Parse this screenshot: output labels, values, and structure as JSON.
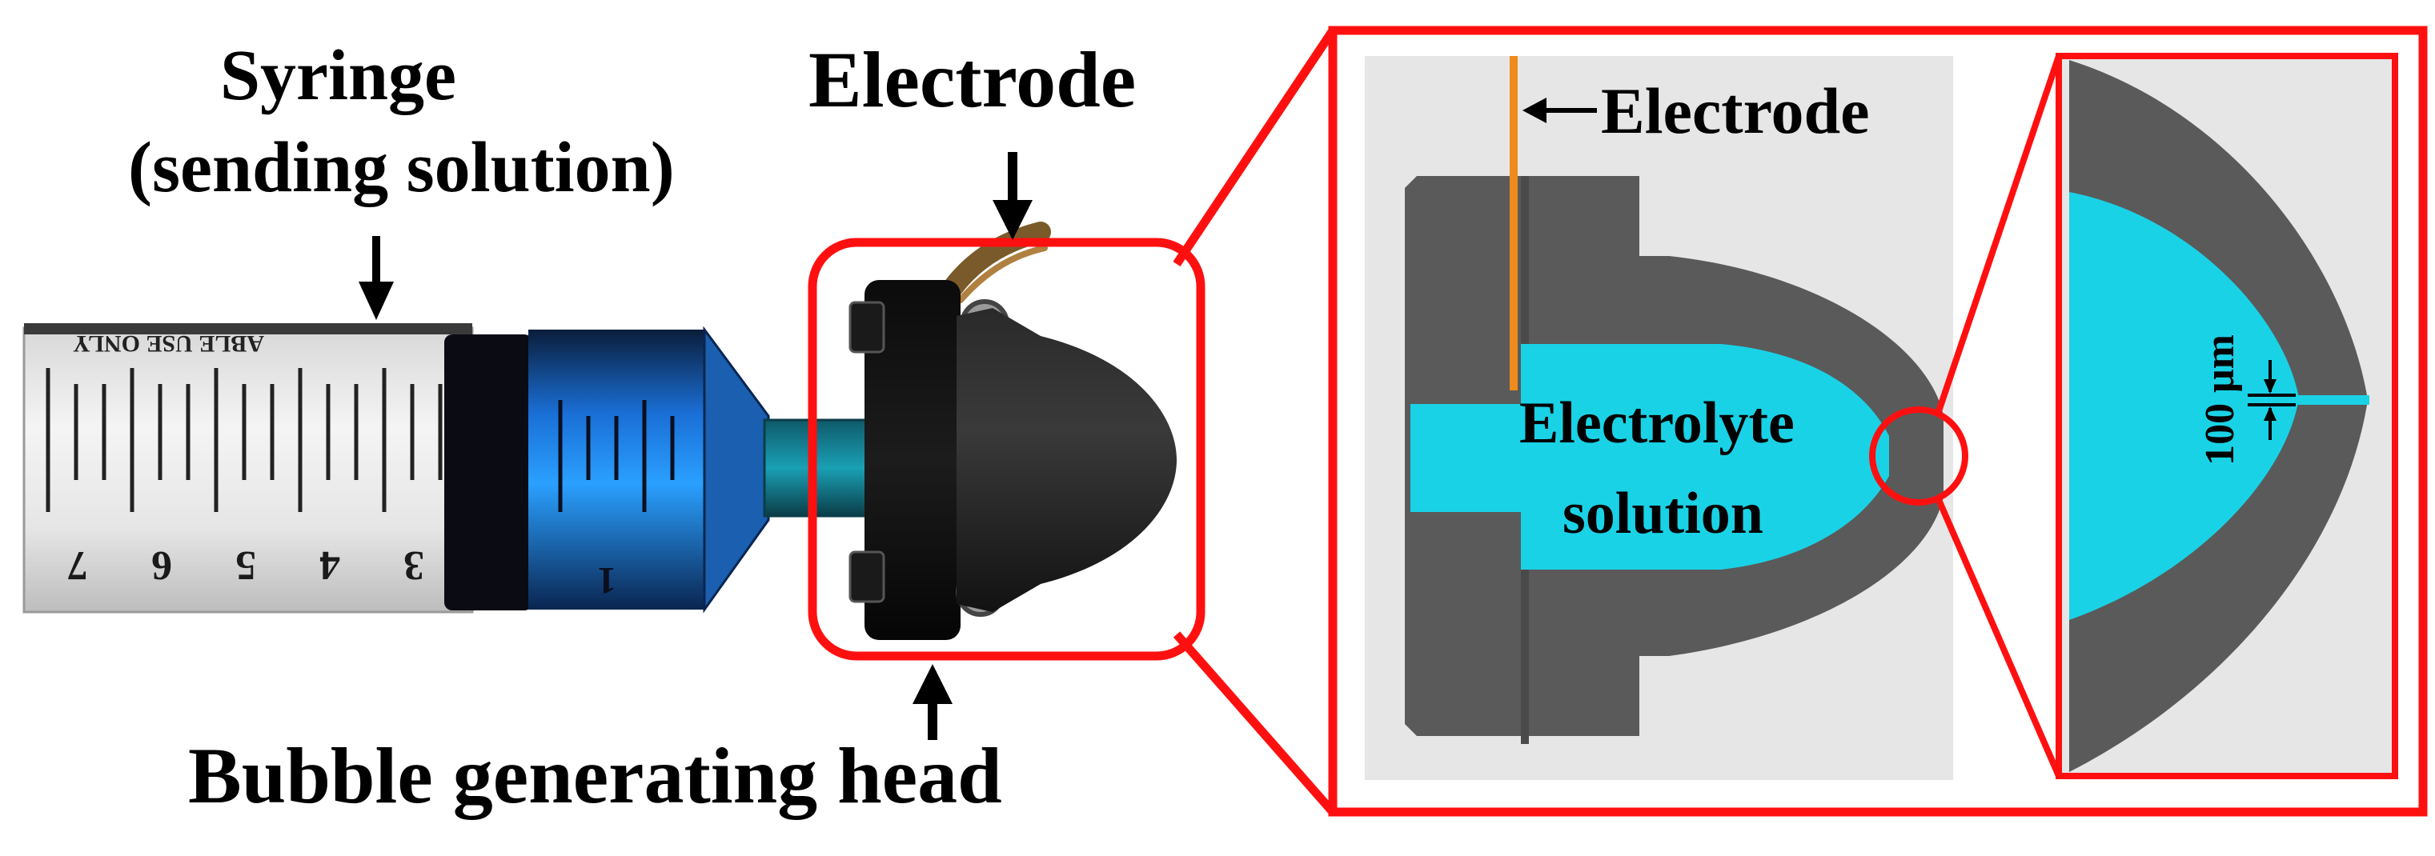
{
  "labels": {
    "syringe_line1": "Syringe",
    "syringe_line2": "(sending solution)",
    "electrode_top": "Electrode",
    "bubble_head": "Bubble generating head",
    "electrode_inset": "Electrode",
    "electrolyte_line1": "Electrolyte",
    "electrolyte_line2": "solution",
    "scale": "100 μm"
  },
  "syringe_scale": {
    "numbers": [
      "7",
      "6",
      "5",
      "4",
      "3",
      "1"
    ],
    "printed_text": "ABLE USE ONLY"
  },
  "colors": {
    "callout_red": "#ff1010",
    "electrolyte_cyan": "#1ad2e6",
    "head_gray": "#5a5a5a",
    "inset_background": "#e6e6e6",
    "electrode_orange": "#f08a1e",
    "syringe_blue": "#1a6fd6"
  },
  "icons": {
    "arrows": "down-arrow-icon",
    "bracket": "dimension-bracket-icon"
  }
}
